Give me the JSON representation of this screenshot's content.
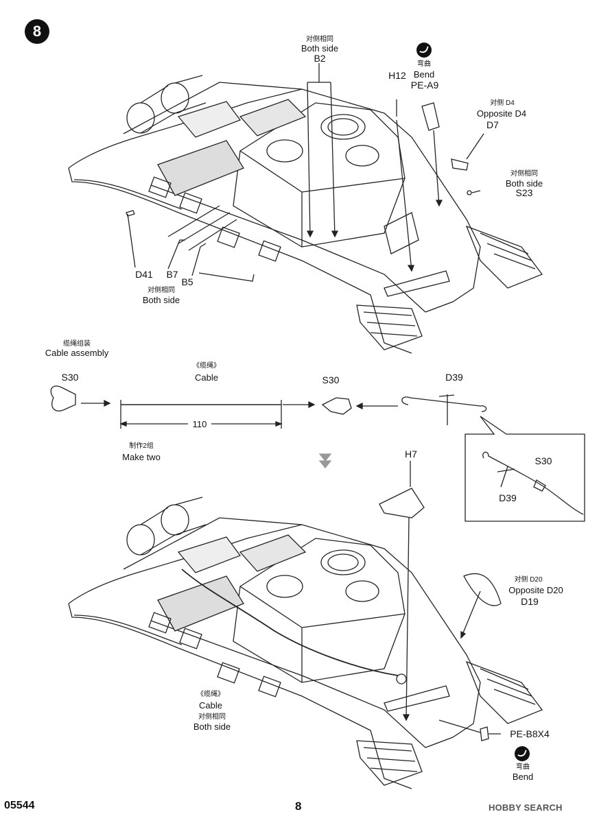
{
  "step": {
    "number": "8"
  },
  "top": {
    "b2": {
      "cn": "对侧相同",
      "en": "Both side",
      "part": "B2"
    },
    "h12": {
      "part": "H12"
    },
    "pe_a9": {
      "cn": "弯曲",
      "en": "Bend",
      "part": "PE-A9"
    },
    "d7": {
      "cn": "对侧 D4",
      "en": "Opposite D4",
      "part": "D7"
    },
    "s23": {
      "cn": "对侧相同",
      "en": "Both side",
      "part": "S23"
    },
    "d41": {
      "part": "D41"
    },
    "b7": {
      "part": "B7"
    },
    "b5": {
      "part": "B5"
    },
    "both_side_left": {
      "cn": "对侧相同",
      "en": "Both side"
    }
  },
  "cable_assembly": {
    "title_cn": "缆绳组装",
    "title_en": "Cable assembly",
    "s30_left": "S30",
    "cable_cn": "《缆绳》",
    "cable_en": "Cable",
    "length": "110",
    "s30_right": "S30",
    "d39": "D39",
    "make_cn": "制作2组",
    "make_en": "Make two",
    "inset_s30": "S30",
    "inset_d39": "D39"
  },
  "bottom": {
    "h7": {
      "part": "H7"
    },
    "d19": {
      "cn": "对侧  D20",
      "en": "Opposite D20",
      "part": "D19"
    },
    "pe_b8": {
      "part": "PE-B8X4"
    },
    "bend": {
      "cn": "弯曲",
      "en": "Bend"
    },
    "cable": {
      "cn": "《缆绳》",
      "en": "Cable",
      "cn2": "对侧相同",
      "en2": "Both side"
    }
  },
  "footer": {
    "code": "05544",
    "page": "8",
    "watermark": "HOBBY SEARCH"
  }
}
